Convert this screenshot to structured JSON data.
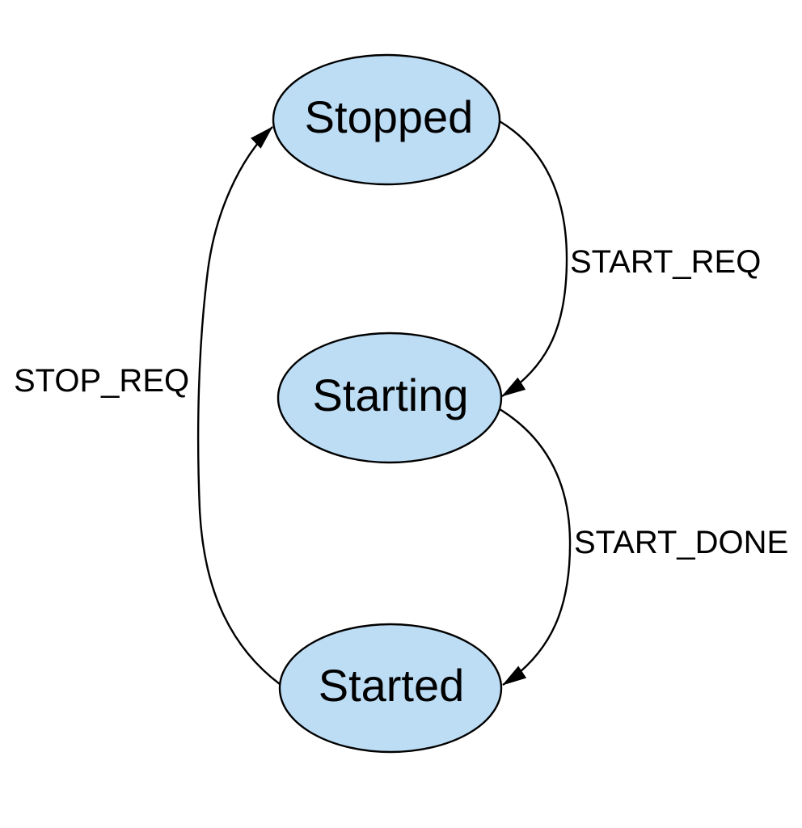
{
  "diagram": {
    "type": "state-machine",
    "background_color": "#ffffff",
    "node_fill": "#bdddf5",
    "node_stroke": "#000000",
    "edge_color": "#000000",
    "nodes": [
      {
        "id": "stopped",
        "label": "Stopped"
      },
      {
        "id": "starting",
        "label": "Starting"
      },
      {
        "id": "started",
        "label": "Started"
      }
    ],
    "edges": [
      {
        "from": "stopped",
        "to": "starting",
        "label": "START_REQ"
      },
      {
        "from": "starting",
        "to": "started",
        "label": "START_DONE"
      },
      {
        "from": "started",
        "to": "stopped",
        "label": "STOP_REQ"
      }
    ]
  }
}
